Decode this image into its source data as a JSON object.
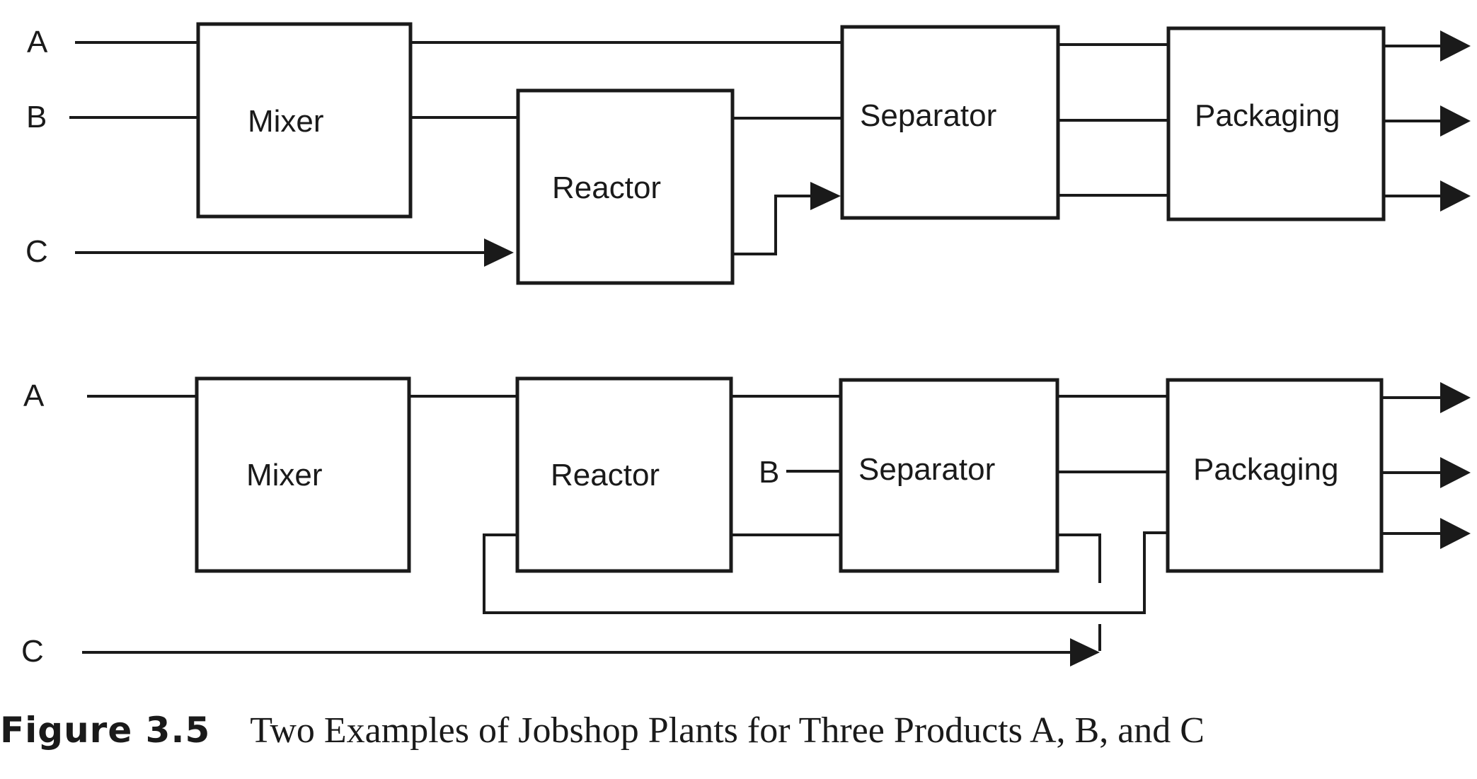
{
  "figure": {
    "label": "Figure 3.5",
    "text": "Two Examples of Jobshop Plants for Three Products A, B, and C"
  },
  "plant1": {
    "inputs": {
      "a": "A",
      "b": "B",
      "c": "C"
    },
    "units": {
      "mixer": "Mixer",
      "reactor": "Reactor",
      "separator": "Separator",
      "packaging": "Packaging"
    }
  },
  "plant2": {
    "inputs": {
      "a": "A",
      "b": "B",
      "c": "C"
    },
    "units": {
      "mixer": "Mixer",
      "reactor": "Reactor",
      "separator": "Separator",
      "packaging": "Packaging"
    }
  }
}
